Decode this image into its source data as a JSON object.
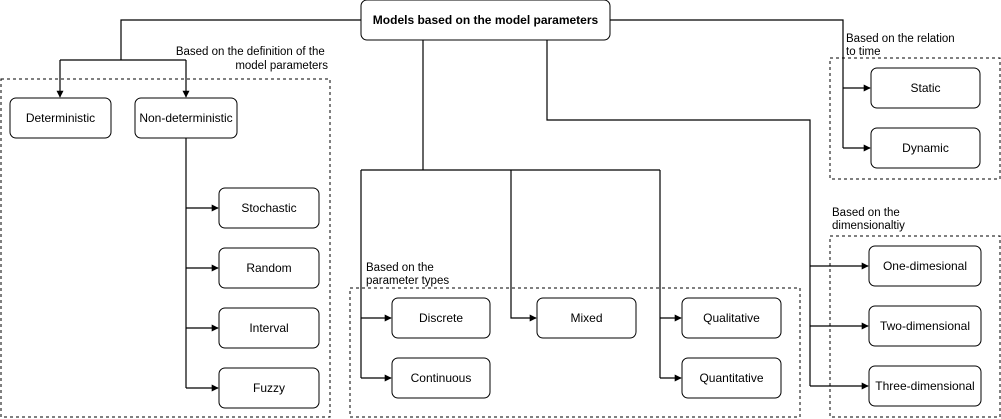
{
  "diagram": {
    "root": {
      "label": "Models based on the model parameters"
    },
    "groups": {
      "definition": {
        "label_lines": [
          "Based on the definition of the",
          "model parameters"
        ]
      },
      "time": {
        "label_lines": [
          "Based on the relation",
          "to time"
        ]
      },
      "types": {
        "label_lines": [
          "Based on the",
          "parameter types"
        ]
      },
      "dimensionality": {
        "label_lines": [
          "Based on the",
          "dimensionaltiy"
        ]
      }
    },
    "nodes": {
      "deterministic": "Deterministic",
      "non_deterministic": "Non-deterministic",
      "stochastic": "Stochastic",
      "random": "Random",
      "interval": "Interval",
      "fuzzy": "Fuzzy",
      "static": "Static",
      "dynamic": "Dynamic",
      "discrete": "Discrete",
      "continuous": "Continuous",
      "mixed": "Mixed",
      "qualitative": "Qualitative",
      "quantitative": "Quantitative",
      "one_dimensional": "One-dimesional",
      "two_dimensional": "Two-dimensional",
      "three_dimensional": "Three-dimensional"
    }
  }
}
